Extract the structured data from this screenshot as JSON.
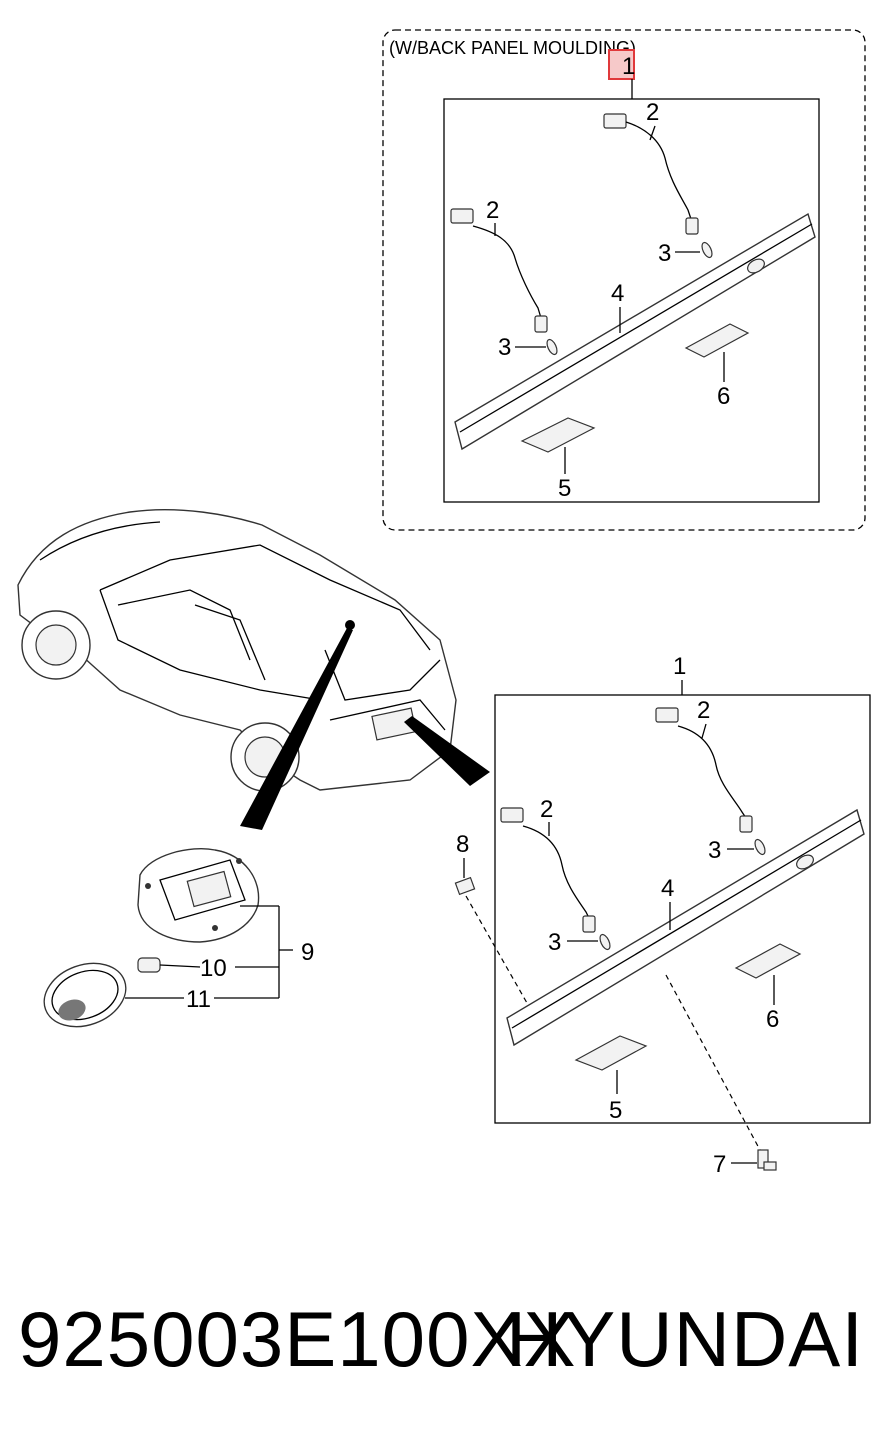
{
  "inset": {
    "title": "(W/BACK PANEL MOULDING)"
  },
  "callouts": {
    "c1": "1",
    "c2": "2",
    "c3": "3",
    "c4": "4",
    "c5": "5",
    "c6": "6",
    "c7": "7",
    "c8": "8",
    "c9": "9",
    "c10": "10",
    "c11": "11"
  },
  "footer": {
    "part_number": "925003E100XX",
    "brand": "HYUNDAI"
  },
  "colors": {
    "highlight": "#e0393b",
    "highlight_fill": "#f6c9c9",
    "line": "#000000"
  }
}
